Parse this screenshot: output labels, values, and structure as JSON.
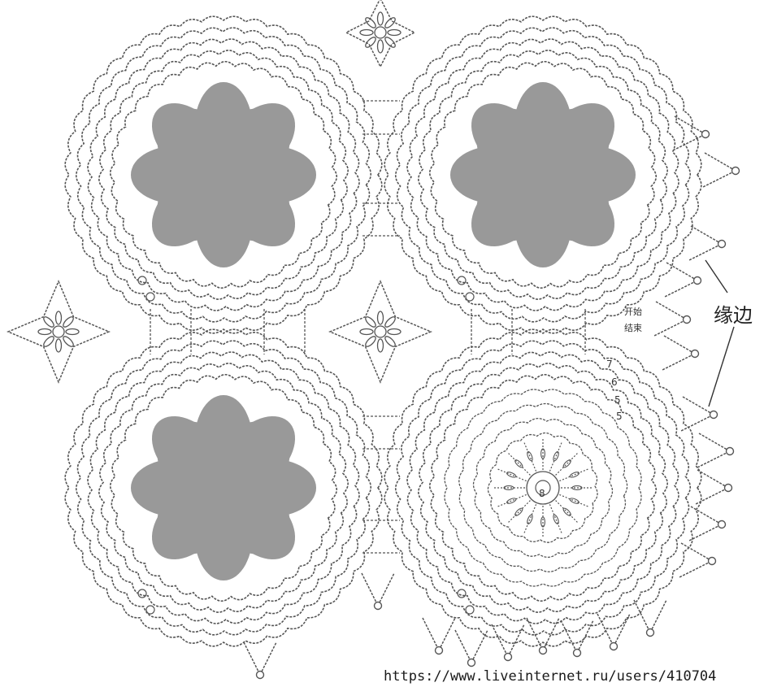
{
  "diagram": {
    "edge_label": "缘边",
    "start_label": "开始",
    "end_label": "结束",
    "round_numbers": [
      "7",
      "6",
      "5",
      "5"
    ],
    "center_label": "8",
    "watermark": "https://www.liveinternet.ru/users/410704",
    "colors": {
      "line": "#555555",
      "fill": "#999999",
      "background": "#ffffff"
    },
    "motifs": [
      {
        "name": "motif-top-left",
        "filled": true
      },
      {
        "name": "motif-top-right",
        "filled": true
      },
      {
        "name": "motif-bottom-left",
        "filled": true
      },
      {
        "name": "motif-bottom-right",
        "filled": false
      }
    ],
    "connector_stars": [
      "star-left",
      "star-center",
      "star-top"
    ]
  }
}
